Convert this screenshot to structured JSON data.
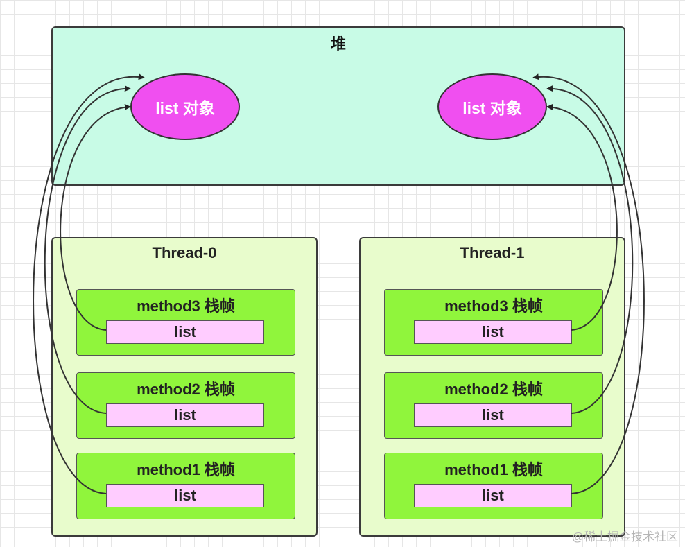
{
  "heap": {
    "title": "堆",
    "objects": [
      "list 对象",
      "list 对象"
    ]
  },
  "threads": [
    {
      "title": "Thread-0",
      "frames": [
        {
          "title": "method3 栈帧",
          "local": "list"
        },
        {
          "title": "method2 栈帧",
          "local": "list"
        },
        {
          "title": "method1 栈帧",
          "local": "list"
        }
      ]
    },
    {
      "title": "Thread-1",
      "frames": [
        {
          "title": "method3 栈帧",
          "local": "list"
        },
        {
          "title": "method2 栈帧",
          "local": "list"
        },
        {
          "title": "method1 栈帧",
          "local": "list"
        }
      ]
    }
  ],
  "watermark": "@稀土掘金技术社区",
  "colors": {
    "heap": "#c8fbe6",
    "object": "#f04ff0",
    "thread": "#e8fccc",
    "frame": "#90f53c",
    "local": "#ffccff"
  }
}
